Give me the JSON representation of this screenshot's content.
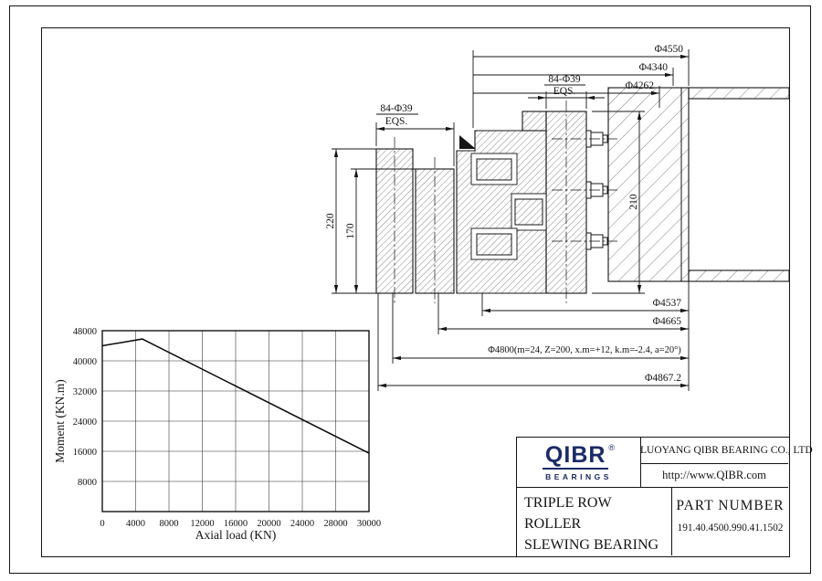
{
  "sheet": {
    "background": "#ffffff",
    "line_color": "#141414"
  },
  "drawing": {
    "name": "triple-row-roller-slewing-bearing-cross-section",
    "dims": {
      "d4550": "Φ4550",
      "d4340": "Φ4340",
      "d4262": "Φ4262",
      "bolt_right_count": "84-Φ39",
      "bolt_right_eqs": "EQS.",
      "bolt_left_count": "84-Φ39",
      "bolt_left_eqs": "EQS.",
      "h220": "220",
      "h170": "170",
      "h210": "210",
      "d4537": "Φ4537",
      "d4665": "Φ4665",
      "d4800_gear": "Φ4800(m=24, Z=200, x.m=+12, k.m=-2.4, a=20°)",
      "d4867": "Φ4867.2"
    }
  },
  "chart_data": {
    "type": "line",
    "title": "",
    "xlabel": "Axial load (KN)",
    "ylabel": "Moment (KN.m)",
    "xlim": [
      0,
      30000
    ],
    "ylim": [
      0,
      48000
    ],
    "xticks": [
      0,
      4000,
      8000,
      12000,
      16000,
      20000,
      24000,
      28000,
      30000
    ],
    "yticks": [
      8000,
      16000,
      24000,
      32000,
      40000,
      48000
    ],
    "grid": true,
    "legend": false,
    "series": [
      {
        "name": "static-load-capacity-curve",
        "points": [
          [
            0,
            44000
          ],
          [
            4800,
            45800
          ],
          [
            30000,
            15500
          ]
        ]
      }
    ]
  },
  "title_block": {
    "logo_text": "QIBR",
    "logo_reg": "®",
    "logo_sub": "BEARINGS",
    "company": "LUOYANG QIBR BEARING CO., LTD",
    "website": "http://www.QIBR.com",
    "product_line1": "TRIPLE ROW",
    "product_line2": "ROLLER",
    "product_line3": "SLEWING BEARING",
    "part_number_label": "PART NUMBER",
    "part_number": "191.40.4500.990.41.1502"
  }
}
